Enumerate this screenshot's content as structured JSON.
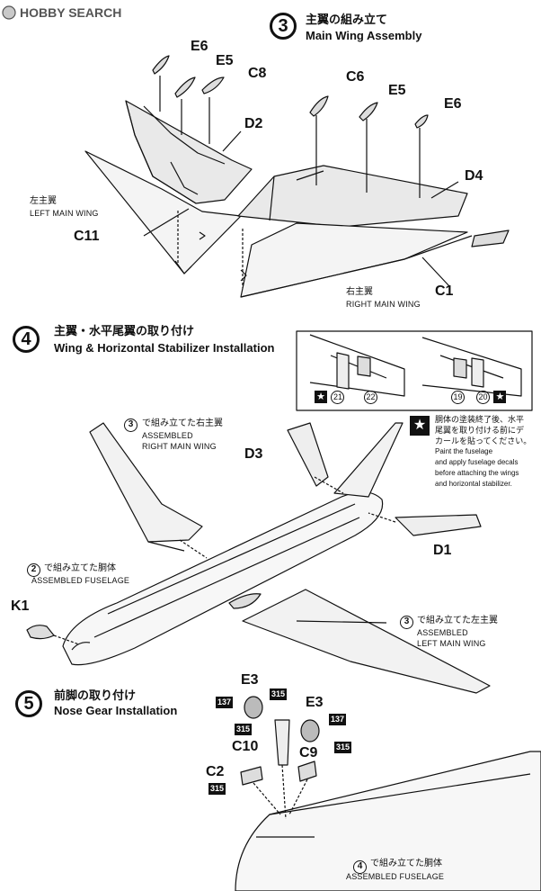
{
  "header": {
    "logo_text": "HOBBY SEARCH"
  },
  "steps": {
    "s3": {
      "number": "3",
      "title_jp": "主翼の組み立て",
      "title_en": "Main Wing Assembly"
    },
    "s4": {
      "number": "4",
      "title_jp": "主翼・水平尾翼の取り付け",
      "title_en": "Wing & Horizontal Stabilizer Installation"
    },
    "s5": {
      "number": "5",
      "title_jp": "前脚の取り付け",
      "title_en": "Nose Gear Installation"
    }
  },
  "step3_parts": {
    "e6_left": "E6",
    "e5_left": "E5",
    "c8": "C8",
    "d2": "D2",
    "c6": "C6",
    "e5_right": "E5",
    "e6_right": "E6",
    "d4": "D4",
    "c11": "C11",
    "c1": "C1",
    "left_wing_jp": "左主翼",
    "left_wing_en": "LEFT MAIN WING",
    "right_wing_jp": "右主翼",
    "right_wing_en": "RIGHT MAIN WING"
  },
  "step4": {
    "decals": [
      "21",
      "22",
      "19",
      "20"
    ],
    "ref_right_wing_num": "3",
    "ref_right_wing_jp": "で組み立てた右主翼",
    "ref_right_wing_en_1": "ASSEMBLED",
    "ref_right_wing_en_2": "RIGHT MAIN WING",
    "ref_fuselage_num": "2",
    "ref_fuselage_jp": "で組み立てた胴体",
    "ref_fuselage_en": "ASSEMBLED FUSELAGE",
    "ref_left_wing_num": "3",
    "ref_left_wing_jp": "で組み立てた左主翼",
    "ref_left_wing_en_1": "ASSEMBLED",
    "ref_left_wing_en_2": "LEFT MAIN WING",
    "d3": "D3",
    "d1": "D1",
    "k1": "K1",
    "note_jp_1": "胴体の塗装終了後、水平",
    "note_jp_2": "尾翼を取り付ける前にデ",
    "note_jp_3": "カールを貼ってください。",
    "note_en_1": "Paint the fuselage",
    "note_en_2": "and apply fuselage decals",
    "note_en_3": "before attaching the wings",
    "note_en_4": "and horizontal stabilizer."
  },
  "step5": {
    "e3_left": "E3",
    "e3_right": "E3",
    "c10": "C10",
    "c9": "C9",
    "c2": "C2",
    "paint_137": "137",
    "paint_315": "315",
    "ref_fuselage_num": "4",
    "ref_fuselage_jp": "で組み立てた胴体",
    "ref_fuselage_en": "ASSEMBLED FUSELAGE"
  },
  "colors": {
    "ink": "#111111",
    "paper": "#ffffff",
    "wing_shade": "#d9d9d9"
  }
}
